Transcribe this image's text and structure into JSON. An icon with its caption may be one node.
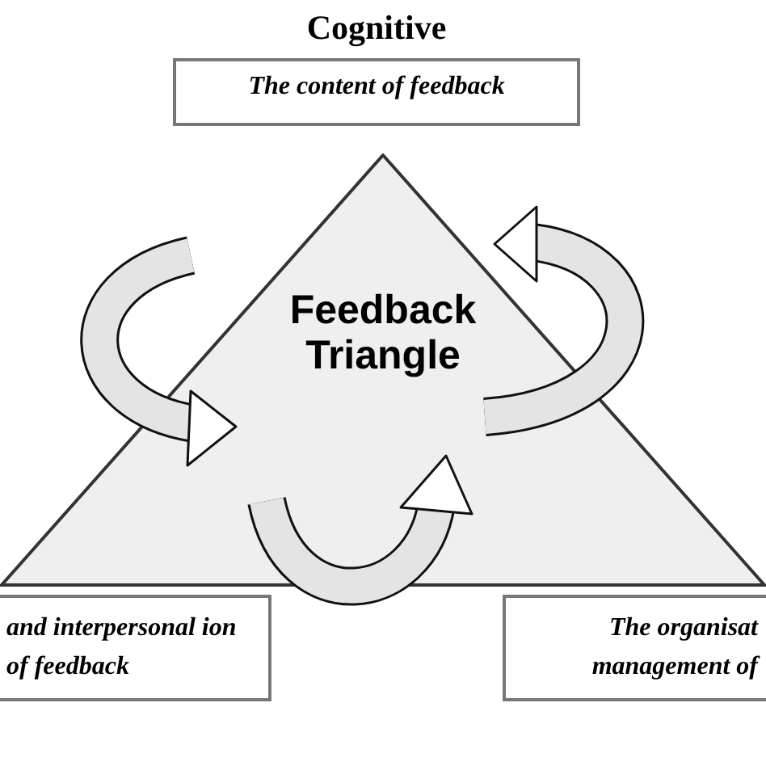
{
  "diagram": {
    "nodes": [
      {
        "text": [
          "Cognitive",
          "The content of feedback"
        ]
      },
      {
        "text": [
          "Feedback Triangle"
        ]
      },
      {
        "text": [
          "and interpersonal ion of feedback"
        ]
      },
      {
        "text": [
          "The organisat management of"
        ]
      }
    ]
  }
}
